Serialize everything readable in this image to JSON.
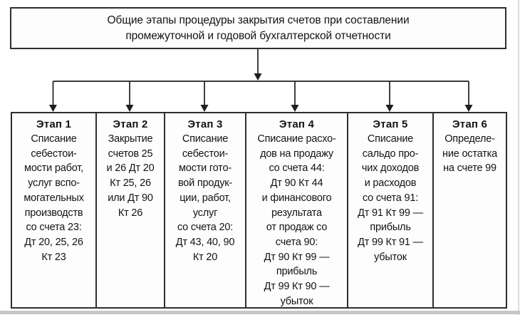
{
  "title": "Общие этапы процедуры закрытия счетов при составлении\nпромежуточной и годовой бухгалтерской отчетности",
  "stages": [
    {
      "label": "Этап 1",
      "body": "Списание\nсебестои-\nмости работ,\nуслуг вспо-\nмогательных\nпроизводств\nсо счета 23:\nДт 20, 25, 26\nКт 23"
    },
    {
      "label": "Этап 2",
      "body": "Закрытие\nсчетов 25\nи 26 Дт 20\nКт 25, 26\nили Дт 90\nКт 26"
    },
    {
      "label": "Этап 3",
      "body": "Списание\nсебестои-\nмости гото-\nвой продук-\nции, работ,\nуслуг\nсо счета 20:\nДт 43, 40, 90\nКт 20"
    },
    {
      "label": "Этап 4",
      "body": "Списание расхо-\nдов на продажу\nсо счета 44:\nДт 90 Кт 44\nи финансового\nрезультата\nот продаж со\nсчета 90:\nДт 90 Кт 99 —\nприбыль\nДт 99 Кт 90 —\nубыток"
    },
    {
      "label": "Этап 5",
      "body": "Списание\nсальдо про-\nчих доходов\nи расходов\nсо счета 91:\nДт 91 Кт 99 —\nприбыль\nДт 99 Кт 91 —\nубыток"
    },
    {
      "label": "Этап 6",
      "body": "Определе-\nние остатка\nна счете 99"
    }
  ],
  "icons": {
    "down_arrow": "▼"
  },
  "colors": {
    "box_border": "#2e2e2e",
    "text": "#131313",
    "connector": "#1f1f1f",
    "bottom_bar": "#c6c6c6"
  }
}
